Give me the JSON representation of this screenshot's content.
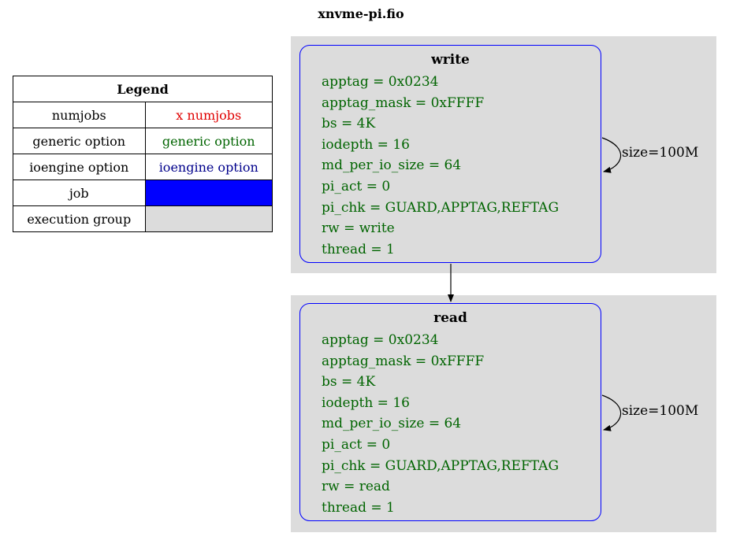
{
  "title": "xnvme-pi.fio",
  "legend": {
    "heading": "Legend",
    "rows": [
      {
        "label": "numjobs",
        "sample": "x numjobs"
      },
      {
        "label": "generic option",
        "sample": "generic option"
      },
      {
        "label": "ioengine option",
        "sample": "ioengine option"
      },
      {
        "label": "job",
        "sample": ""
      },
      {
        "label": "execution group",
        "sample": ""
      }
    ]
  },
  "colors": {
    "numjobs": "#e00000",
    "generic_option": "#006400",
    "ioengine_option": "#00008b",
    "job_border": "#0000ff",
    "group_fill": "#dcdcdc"
  },
  "jobs": [
    {
      "name": "write",
      "options": [
        "apptag = 0x0234",
        "apptag_mask = 0xFFFF",
        "bs = 4K",
        "iodepth = 16",
        "md_per_io_size = 64",
        "pi_act = 0",
        "pi_chk = GUARD,APPTAG,REFTAG",
        "rw = write",
        "thread = 1"
      ],
      "loop_label": "size=100M"
    },
    {
      "name": "read",
      "options": [
        "apptag = 0x0234",
        "apptag_mask = 0xFFFF",
        "bs = 4K",
        "iodepth = 16",
        "md_per_io_size = 64",
        "pi_act = 0",
        "pi_chk = GUARD,APPTAG,REFTAG",
        "rw = read",
        "thread = 1"
      ],
      "loop_label": "size=100M"
    }
  ]
}
